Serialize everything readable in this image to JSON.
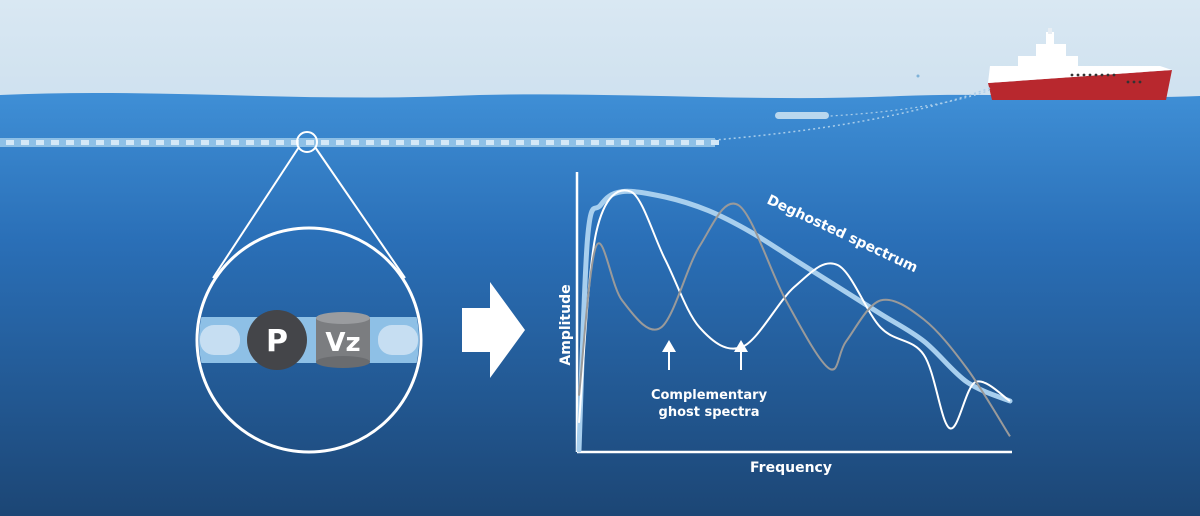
{
  "sensor": {
    "pressure_label": "P",
    "velocity_label": "Vz"
  },
  "chart_data": {
    "type": "line",
    "xlabel": "Frequency",
    "ylabel": "Amplitude",
    "xlim": [
      0,
      1
    ],
    "ylim": [
      0,
      1
    ],
    "grid": false,
    "series": [
      {
        "name": "Deghosted spectrum",
        "x": [
          0.0,
          0.02,
          0.05,
          0.1,
          0.2,
          0.3,
          0.4,
          0.5,
          0.6,
          0.7,
          0.8,
          0.9,
          1.0
        ],
        "y": [
          0.0,
          0.78,
          0.9,
          0.95,
          0.93,
          0.88,
          0.8,
          0.7,
          0.6,
          0.5,
          0.4,
          0.25,
          0.18
        ]
      },
      {
        "x": [
          0.0,
          0.04,
          0.12,
          0.2,
          0.28,
          0.38,
          0.5,
          0.6,
          0.7,
          0.8,
          0.86,
          0.92,
          1.0
        ],
        "y": [
          0.1,
          0.8,
          0.95,
          0.7,
          0.45,
          0.38,
          0.6,
          0.68,
          0.45,
          0.35,
          0.08,
          0.25,
          0.18
        ]
      },
      {
        "x": [
          0.0,
          0.04,
          0.1,
          0.19,
          0.28,
          0.37,
          0.48,
          0.58,
          0.62,
          0.7,
          0.8,
          0.9,
          1.0
        ],
        "y": [
          0.2,
          0.75,
          0.55,
          0.45,
          0.75,
          0.9,
          0.55,
          0.3,
          0.4,
          0.55,
          0.48,
          0.3,
          0.05
        ]
      }
    ],
    "annotations": [
      {
        "text": "Deghosted spectrum"
      },
      {
        "text": "Complementary",
        "line": 1
      },
      {
        "text": "ghost spectra",
        "line": 2
      }
    ]
  }
}
